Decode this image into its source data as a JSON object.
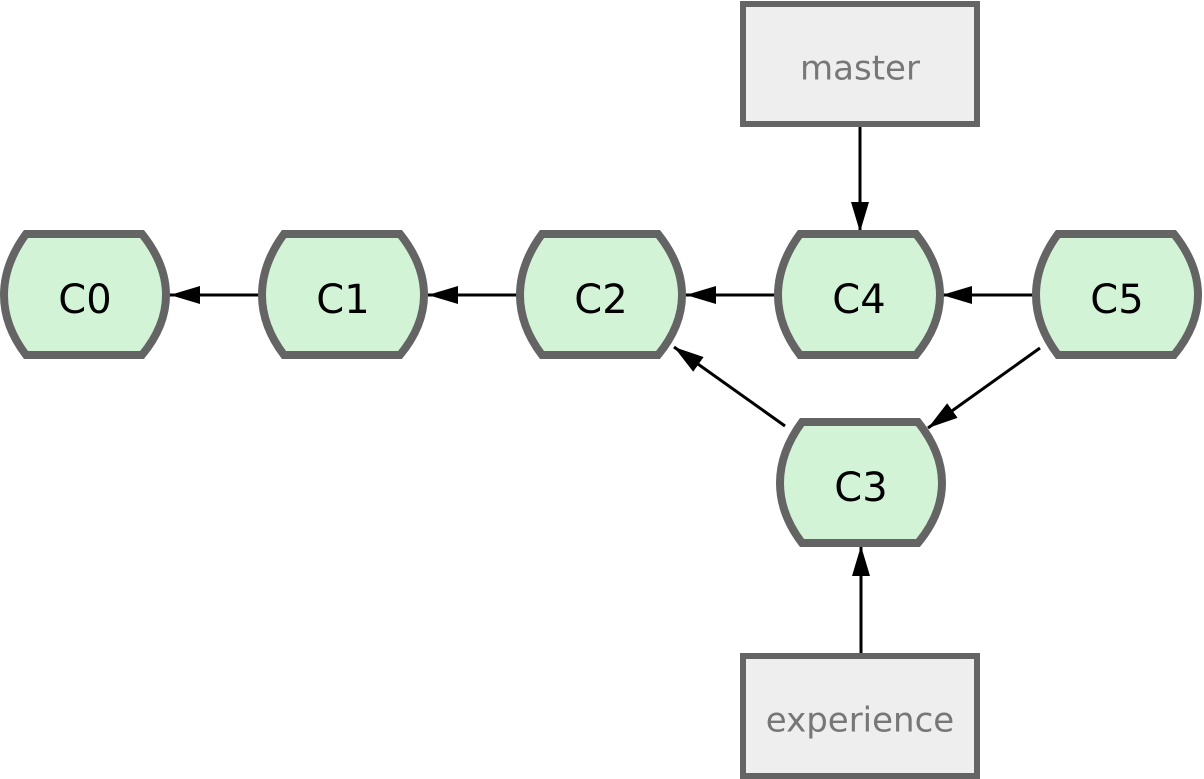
{
  "colors": {
    "commit_fill": "#d3f3d7",
    "commit_stroke": "#646464",
    "branch_fill": "#eeeeee",
    "branch_stroke": "#646464",
    "branch_text": "#777777",
    "arrow": "#000000"
  },
  "commits": [
    {
      "id": "C0",
      "label": "C0"
    },
    {
      "id": "C1",
      "label": "C1"
    },
    {
      "id": "C2",
      "label": "C2"
    },
    {
      "id": "C4",
      "label": "C4"
    },
    {
      "id": "C5",
      "label": "C5"
    },
    {
      "id": "C3",
      "label": "C3"
    }
  ],
  "branches": [
    {
      "id": "master",
      "label": "master",
      "points_to": "C4"
    },
    {
      "id": "experience",
      "label": "experience",
      "points_to": "C3"
    }
  ],
  "edges": [
    {
      "from": "C1",
      "to": "C0"
    },
    {
      "from": "C2",
      "to": "C1"
    },
    {
      "from": "C4",
      "to": "C2"
    },
    {
      "from": "C5",
      "to": "C4"
    },
    {
      "from": "C3",
      "to": "C2"
    },
    {
      "from": "C5",
      "to": "C3"
    },
    {
      "from": "master",
      "to": "C4"
    },
    {
      "from": "experience",
      "to": "C3"
    }
  ]
}
